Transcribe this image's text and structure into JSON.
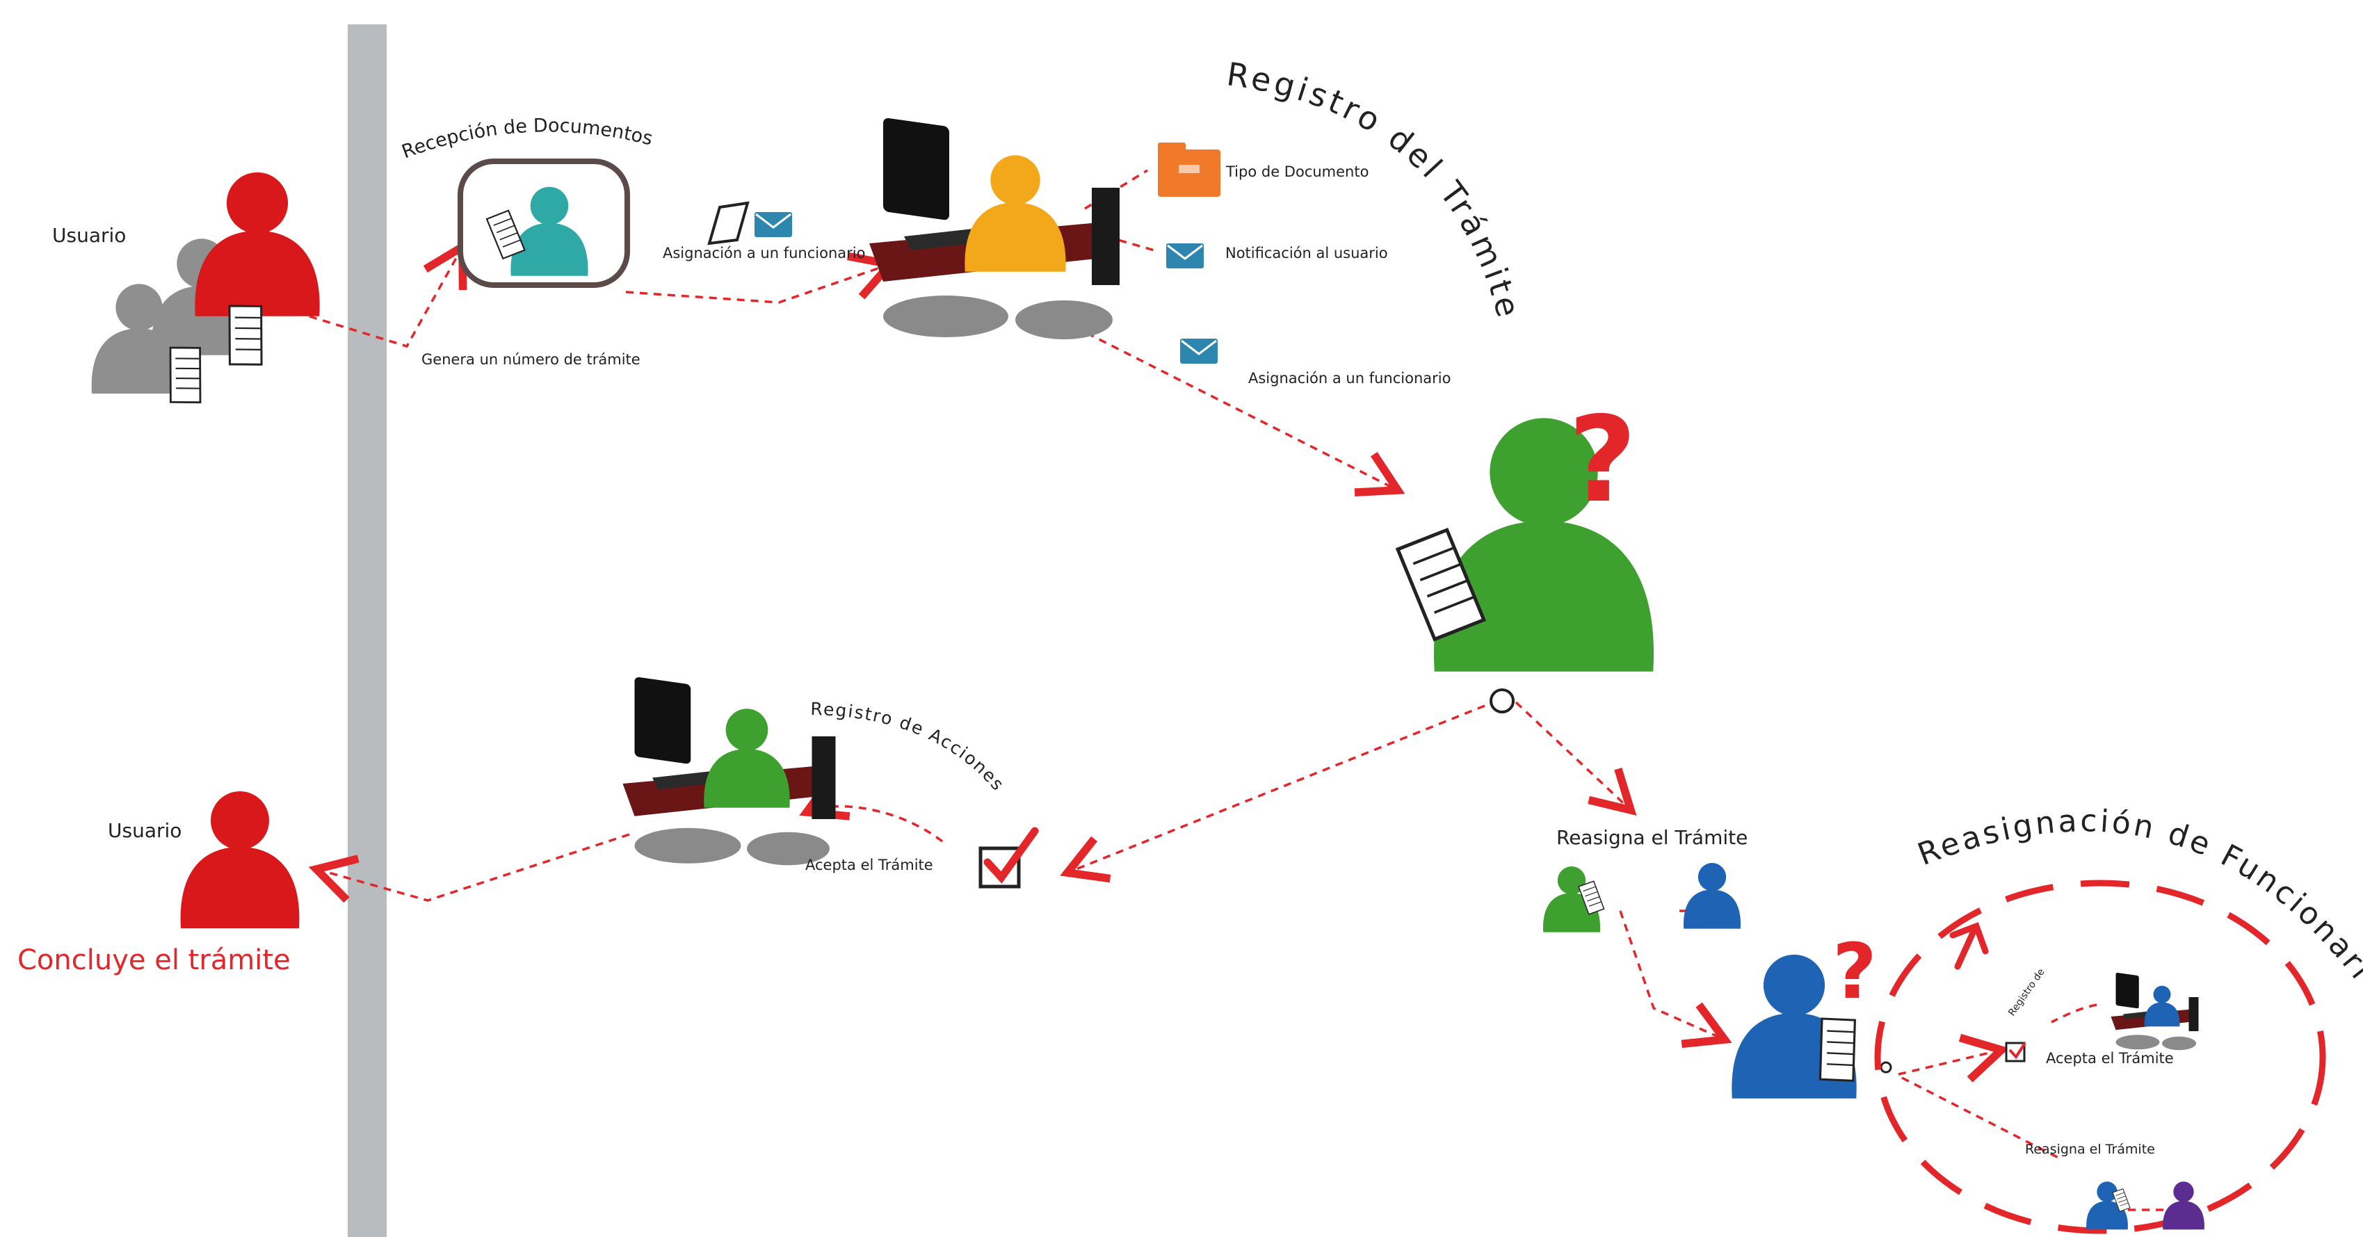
{
  "actors": {
    "usuario_top": "Usuario",
    "usuario_bottom": "Usuario"
  },
  "headings": {
    "recepcion": "Recepción de Documentos",
    "registro_tramite": "Registro del Trámite",
    "registro_acciones": "Registro de Acciones",
    "reasignacion": "Reasignación de Funcionarios",
    "registro_de_small": "Registro de"
  },
  "labels": {
    "genera_numero": "Genera un  número de trámite",
    "asignacion_1": "Asignación a un funcionario",
    "tipo_documento": "Tipo de Documento",
    "notificacion": "Notificación al usuario",
    "asignacion_2": "Asignación a un funcionario",
    "acepta_1": "Acepta el Trámite",
    "reasigna_1": "Reasigna el Trámite",
    "acepta_2": "Acepta el Trámite",
    "reasigna_2": "Reasigna el Trámite",
    "concluye": "Concluye el trámite"
  },
  "colors": {
    "flow_arrow": "#e3262a",
    "divider": "#b9bcbf",
    "user_red": "#d9181b",
    "user_gray": "#8f8f8f",
    "teal": "#2ea9a6",
    "orange": "#f2a81a",
    "green": "#3ea02e",
    "blue": "#1f63b4",
    "purple": "#5b2d91",
    "envelope": "#2d86ad",
    "folder": "#f07a2a"
  }
}
